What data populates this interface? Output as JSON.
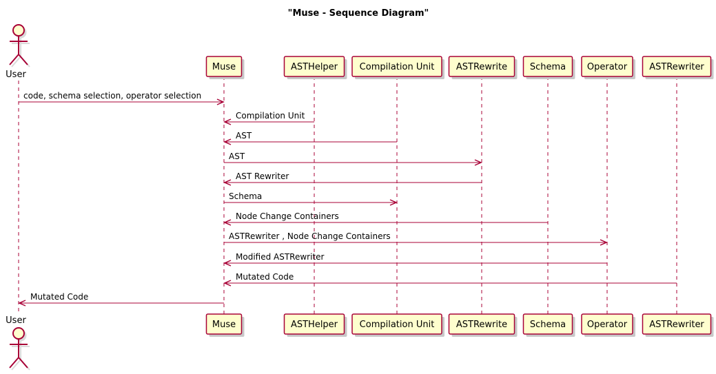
{
  "title": "\"Muse - Sequence Diagram\"",
  "colors": {
    "line": "#A80036",
    "box_fill": "#FEFECE",
    "actor_fill": "#FEFECE"
  },
  "actor": {
    "name": "User",
    "icon": "stick-figure-actor-icon"
  },
  "participants": [
    {
      "id": "muse",
      "label": "Muse"
    },
    {
      "id": "asthelper",
      "label": "ASTHelper"
    },
    {
      "id": "cu",
      "label": "Compilation Unit"
    },
    {
      "id": "astrewrite",
      "label": "ASTRewrite"
    },
    {
      "id": "schema",
      "label": "Schema"
    },
    {
      "id": "operator",
      "label": "Operator"
    },
    {
      "id": "astrewriter",
      "label": "ASTRewriter"
    }
  ],
  "messages": [
    {
      "from": "user",
      "to": "muse",
      "label": "code, schema selection, operator selection"
    },
    {
      "from": "asthelper",
      "to": "muse",
      "label": "Compilation Unit"
    },
    {
      "from": "cu",
      "to": "muse",
      "label": "AST"
    },
    {
      "from": "muse",
      "to": "astrewrite",
      "label": "AST"
    },
    {
      "from": "astrewrite",
      "to": "muse",
      "label": "AST Rewriter"
    },
    {
      "from": "muse",
      "to": "cu",
      "label": "Schema"
    },
    {
      "from": "schema",
      "to": "muse",
      "label": "Node Change Containers"
    },
    {
      "from": "muse",
      "to": "operator",
      "label": "ASTRewriter , Node Change Containers"
    },
    {
      "from": "operator",
      "to": "muse",
      "label": "Modified ASTRewriter"
    },
    {
      "from": "astrewriter",
      "to": "muse",
      "label": "Mutated Code"
    },
    {
      "from": "muse",
      "to": "user",
      "label": "Mutated Code"
    }
  ]
}
